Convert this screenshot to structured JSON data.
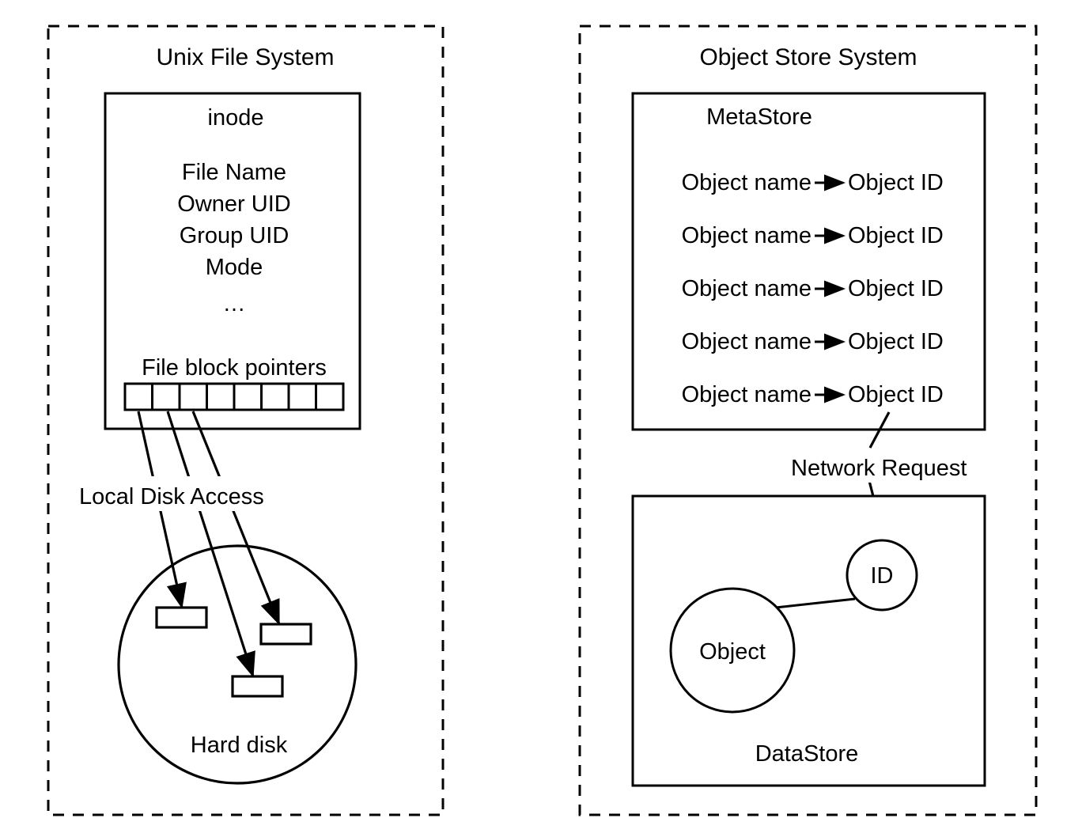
{
  "diagram": {
    "title_left": "Unix File System",
    "title_right": "Object Store System",
    "panels": [
      {
        "name": "unix-file-system",
        "title": "Unix File System",
        "inode": {
          "title": "inode",
          "fields": [
            "File Name",
            "Owner UID",
            "Group UID",
            "Mode",
            "…"
          ],
          "pointers_label": "File block pointers",
          "pointer_cell_count": 8
        },
        "access_label": "Local Disk Access",
        "disk": {
          "label": "Hard disk",
          "block_count": 3
        },
        "arrow_count": 3
      },
      {
        "name": "object-store-system",
        "title": "Object Store System",
        "metastore": {
          "title": "MetaStore",
          "rows": [
            {
              "key": "Object name",
              "arrow": "→",
              "value": "Object ID"
            },
            {
              "key": "Object name",
              "arrow": "→",
              "value": "Object ID"
            },
            {
              "key": "Object name",
              "arrow": "→",
              "value": "Object ID"
            },
            {
              "key": "Object name",
              "arrow": "→",
              "value": "Object ID"
            },
            {
              "key": "Object name",
              "arrow": "→",
              "value": "Object ID"
            }
          ]
        },
        "network_label": "Network Request",
        "datastore": {
          "title": "DataStore",
          "id_node": "ID",
          "object_node": "Object"
        }
      }
    ],
    "colors": {
      "stroke": "#000000",
      "background": "#ffffff",
      "text": "#000000"
    }
  }
}
